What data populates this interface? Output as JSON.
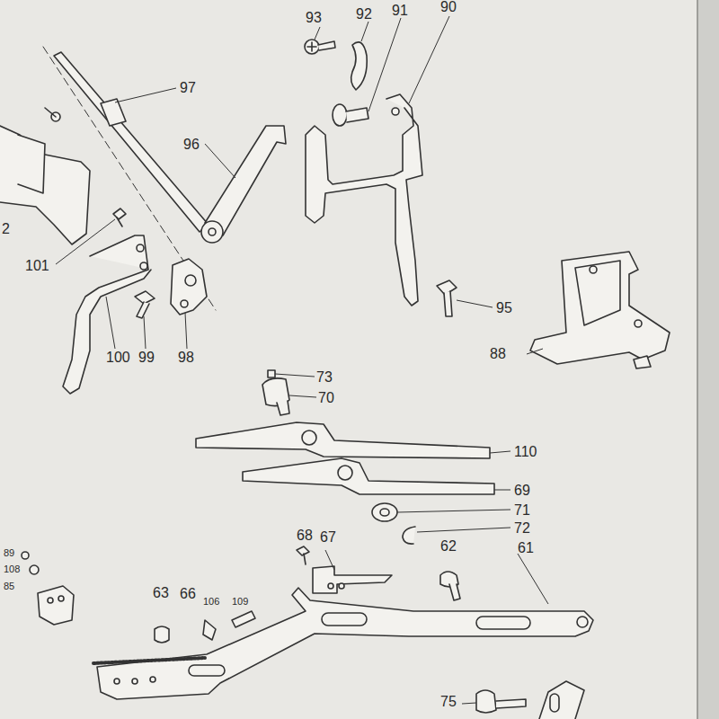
{
  "diagram": {
    "labels": [
      "93",
      "92",
      "91",
      "90",
      "97",
      "96",
      "2",
      "101",
      "100",
      "99",
      "98",
      "95",
      "88",
      "73",
      "70",
      "110",
      "69",
      "71",
      "72",
      "68",
      "67",
      "62",
      "61",
      "89",
      "108",
      "85",
      "63",
      "66",
      "106",
      "109",
      "75"
    ]
  }
}
